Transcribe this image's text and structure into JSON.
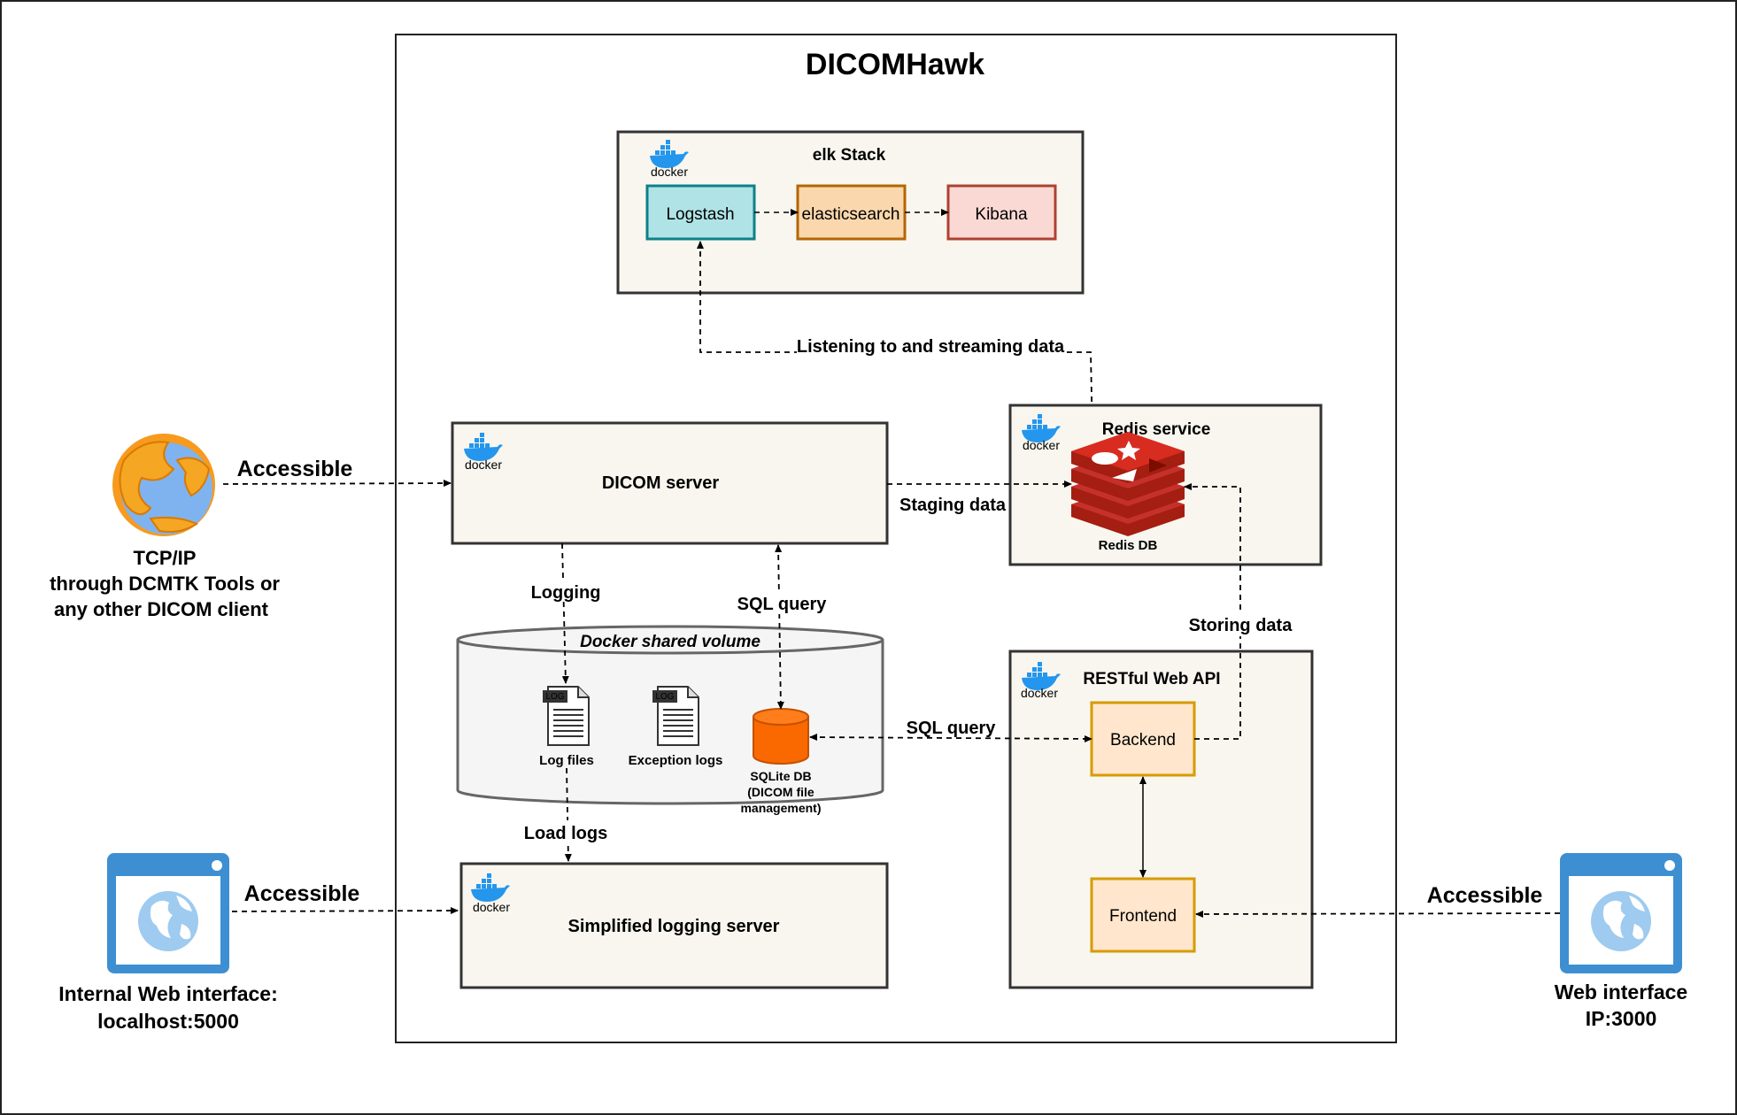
{
  "title": "DICOMHawk",
  "elk": {
    "title": "elk Stack",
    "logstash": "Logstash",
    "elasticsearch": "elasticsearch",
    "kibana": "Kibana"
  },
  "docker_label": "docker",
  "dicom_server": "DICOM server",
  "redis": {
    "title": "Redis service",
    "db": "Redis DB"
  },
  "volume": {
    "title": "Docker shared volume",
    "log_files": "Log files",
    "exception_logs": "Exception logs",
    "sqlite_line1": "SQLite DB",
    "sqlite_line2": "(DICOM file",
    "sqlite_line3": "management)",
    "file_badge": "LOG"
  },
  "logging_server": "Simplified logging server",
  "api": {
    "title": "RESTful Web API",
    "backend": "Backend",
    "frontend": "Frontend"
  },
  "edges": {
    "listening": "Listening to and streaming data",
    "staging": "Staging data",
    "logging": "Logging",
    "sql_query_1": "SQL query",
    "sql_query_2": "SQL query",
    "storing": "Storing data",
    "load_logs": "Load logs",
    "accessible_1": "Accessible",
    "accessible_2": "Accessible",
    "accessible_3": "Accessible"
  },
  "clients": {
    "tcp_line1": "TCP/IP",
    "tcp_line2": "through DCMTK Tools or",
    "tcp_line3": "any other DICOM client",
    "internal_line1": "Internal Web interface:",
    "internal_line2": "localhost:5000",
    "web_line1": "Web interface",
    "web_line2": "IP:3000"
  },
  "colors": {
    "container_fill": "#f8f6ef",
    "logstash_fill": "#b0e3e6",
    "logstash_stroke": "#0e8088",
    "elastic_fill": "#fad7ac",
    "elastic_stroke": "#b46504",
    "kibana_fill": "#fad9d5",
    "kibana_stroke": "#ae4132",
    "api_fill": "#ffe6cc",
    "api_stroke": "#d79b00",
    "docker_blue": "#2496ed",
    "redis_red": "#c6302b",
    "sqlite_orange": "#fa6800",
    "web_icon_blue": "#3d8fd1"
  }
}
